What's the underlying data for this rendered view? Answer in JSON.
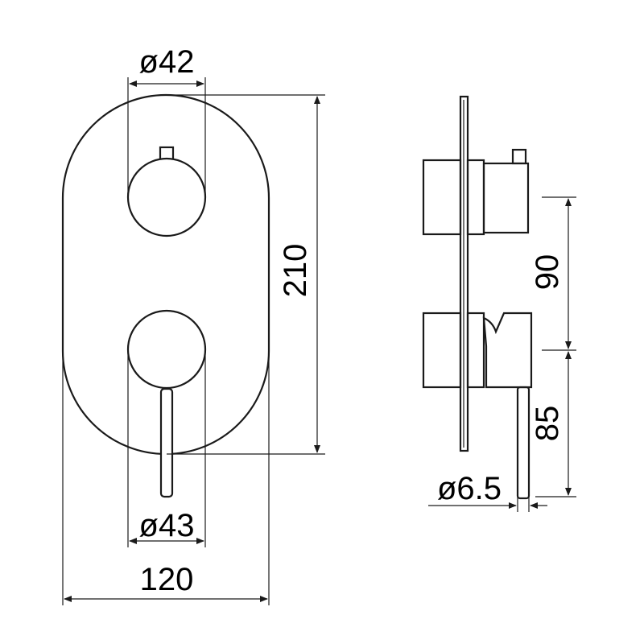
{
  "diagram": {
    "front_view": {
      "dim_top_knob_diameter": "ø42",
      "dim_height": "210",
      "dim_bottom_knob_diameter": "ø43",
      "dim_width": "120"
    },
    "side_view": {
      "dim_knob_spacing": "90",
      "dim_lever_length": "85",
      "dim_lever_diameter": "ø6.5"
    },
    "colors": {
      "line": "#1a1a1a",
      "background": "#ffffff"
    }
  }
}
